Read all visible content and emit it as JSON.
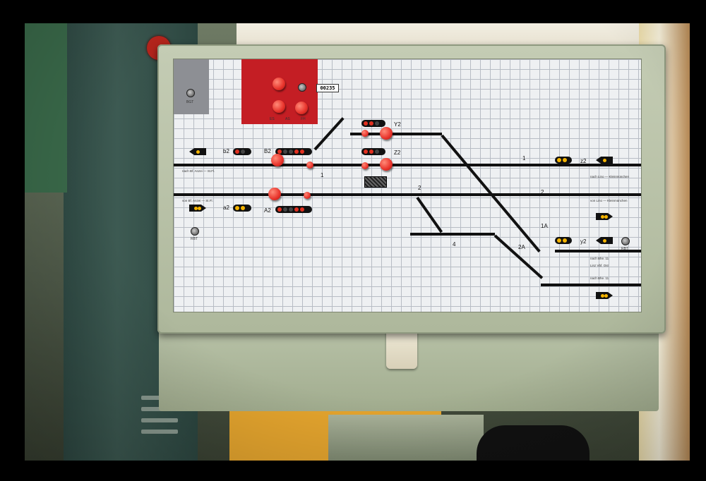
{
  "counter_value": "00235",
  "buttons": {
    "grey_block_label": "BGT",
    "red_block_labels": [
      "ES",
      "AS",
      "FH"
    ]
  },
  "tracks": {
    "t1": "1",
    "t2": "2",
    "t4": "4",
    "t1A": "1A",
    "t2A": "2A",
    "t2r": "2",
    "t1r": "1"
  },
  "signals": {
    "b2": "b2",
    "B2": "B2",
    "a2": "a2",
    "A2": "A2",
    "Y2": "Y2",
    "Z2": "Z2",
    "z2": "z2",
    "y2": "y2"
  },
  "destinations": {
    "left_top": "nach Bf. Anzei — St.Fl.",
    "left_bottom": "von Bf. Anzei — St.Fl.",
    "right_top": "nach Lino — Kleinmünchen",
    "right_mid": "von Lino — Kleinmünchen",
    "right_low1": "nach Bhe. 11",
    "right_low2": "Linz Vbf. Ost",
    "right_low3": "nach Bhe. 11"
  },
  "keys": {
    "left_key_label": "RBT",
    "right_key_label": "RBT"
  },
  "colors": {
    "console": "#b4bea2",
    "panel": "#eef0f2",
    "red_block": "#c41e24",
    "lamp_yellow": "#f5b400",
    "lamp_red": "#e03020",
    "track": "#111111"
  }
}
